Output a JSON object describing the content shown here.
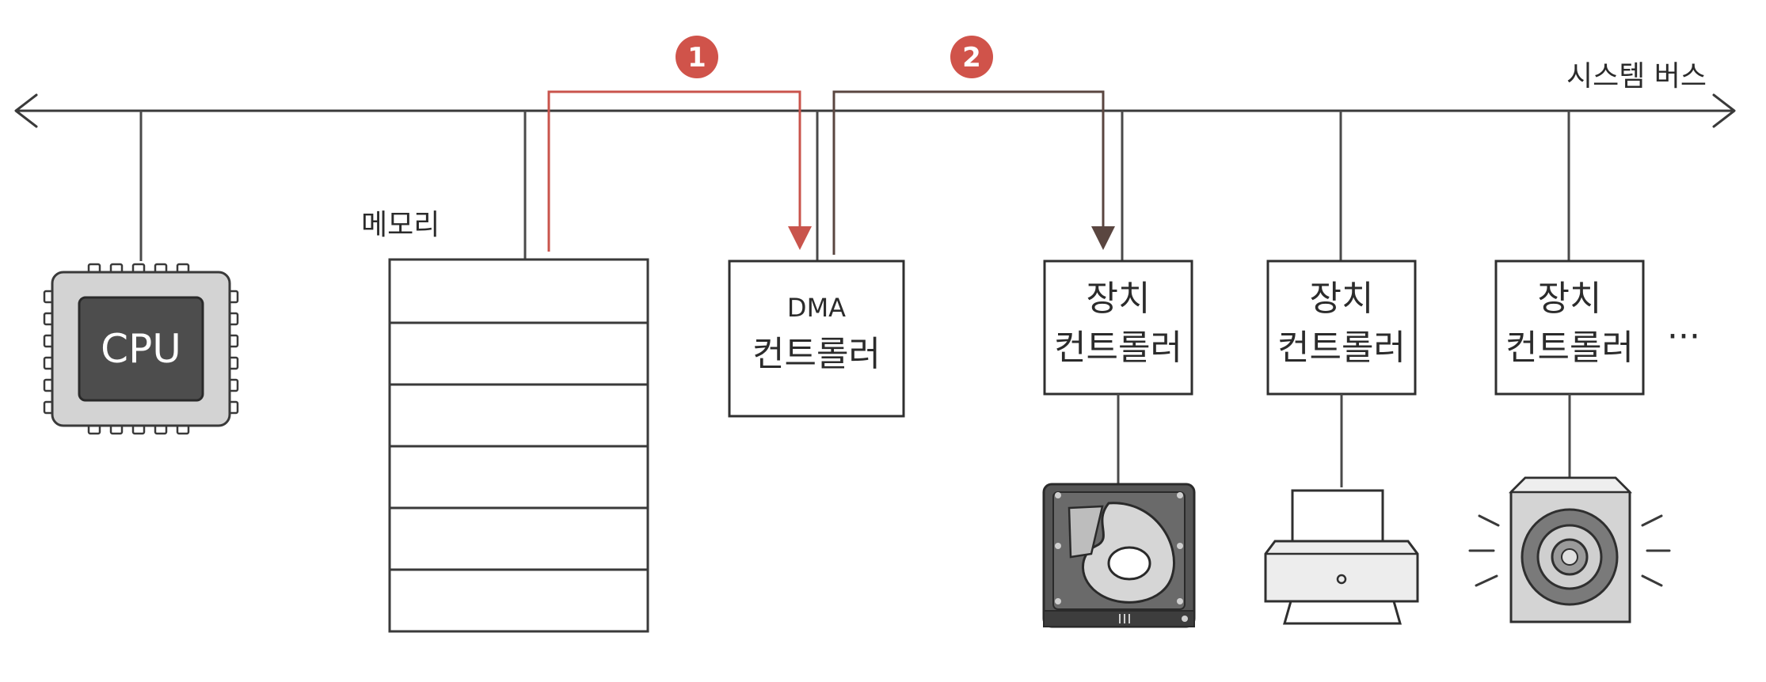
{
  "bus": {
    "label": "시스템 버스"
  },
  "cpu": {
    "label": "CPU"
  },
  "memory": {
    "label": "메모리"
  },
  "dma": {
    "line1": "DMA",
    "line2": "컨트롤러"
  },
  "controllers": [
    {
      "line1": "장치",
      "line2": "컨트롤러",
      "device": "hard-disk"
    },
    {
      "line1": "장치",
      "line2": "컨트롤러",
      "device": "printer"
    },
    {
      "line1": "장치",
      "line2": "컨트롤러",
      "device": "speaker"
    }
  ],
  "more": "···",
  "steps": [
    {
      "number": "1",
      "color": "#d0534a"
    },
    {
      "number": "2",
      "color": "#d0534a"
    }
  ],
  "colors": {
    "red_arrow": "#c9544c",
    "dark_arrow": "#5a4640",
    "line": "#4a4a4a"
  }
}
